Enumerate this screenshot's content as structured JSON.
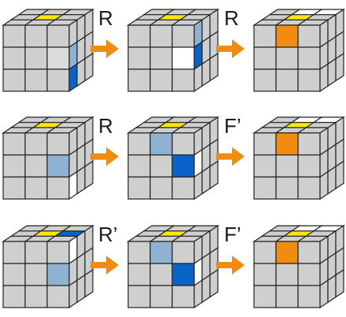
{
  "palette": {
    "gray": "#cfcfcf",
    "white": "#ffffff",
    "yellow": "#ffe800",
    "orange": "#f28c0f",
    "blue": "#0a64c8",
    "lightblue": "#8fb2d2",
    "lightgray": "#dcdcdc",
    "stroke": "#222222",
    "arrow": "#f28c0f"
  },
  "rows": [
    {
      "moves": [
        "R",
        "R"
      ],
      "cubes": [
        {
          "top": [
            "gray",
            "gray",
            "gray",
            "gray",
            "yellow",
            "gray",
            "gray",
            "gray",
            "gray"
          ],
          "front": [
            "gray",
            "gray",
            "gray",
            "gray",
            "gray",
            "lightgray",
            "gray",
            "gray",
            "gray"
          ],
          "right": [
            "gray",
            "gray",
            "gray",
            "lightblue",
            "gray",
            "gray",
            "blue",
            "gray",
            "gray"
          ]
        },
        {
          "top": [
            "gray",
            "gray",
            "gray",
            "gray",
            "yellow",
            "gray",
            "gray",
            "gray",
            "gray"
          ],
          "front": [
            "gray",
            "gray",
            "gray",
            "gray",
            "gray",
            "white",
            "gray",
            "gray",
            "gray"
          ],
          "right": [
            "lightblue",
            "gray",
            "gray",
            "blue",
            "gray",
            "gray",
            "gray",
            "gray",
            "gray"
          ]
        },
        {
          "top": [
            "gray",
            "white",
            "white",
            "gray",
            "yellow",
            "gray",
            "gray",
            "gray",
            "gray"
          ],
          "front": [
            "gray",
            "orange",
            "gray",
            "gray",
            "gray",
            "gray",
            "gray",
            "gray",
            "gray"
          ],
          "right": [
            "gray",
            "gray",
            "gray",
            "gray",
            "gray",
            "gray",
            "gray",
            "gray",
            "gray"
          ]
        }
      ]
    },
    {
      "moves": [
        "R",
        "F’"
      ],
      "cubes": [
        {
          "top": [
            "gray",
            "gray",
            "gray",
            "gray",
            "yellow",
            "gray",
            "gray",
            "gray",
            "gray"
          ],
          "front": [
            "gray",
            "gray",
            "gray",
            "gray",
            "gray",
            "lightblue",
            "gray",
            "gray",
            "gray"
          ],
          "right": [
            "gray",
            "gray",
            "gray",
            "gray",
            "gray",
            "gray",
            "white",
            "gray",
            "gray"
          ]
        },
        {
          "top": [
            "gray",
            "gray",
            "gray",
            "gray",
            "yellow",
            "gray",
            "gray",
            "gray",
            "gray"
          ],
          "front": [
            "gray",
            "lightblue",
            "gray",
            "gray",
            "gray",
            "blue",
            "gray",
            "gray",
            "gray"
          ],
          "right": [
            "gray",
            "gray",
            "gray",
            "white",
            "gray",
            "gray",
            "gray",
            "gray",
            "gray"
          ]
        },
        {
          "top": [
            "gray",
            "white",
            "white",
            "gray",
            "yellow",
            "gray",
            "gray",
            "gray",
            "gray"
          ],
          "front": [
            "gray",
            "orange",
            "gray",
            "gray",
            "gray",
            "gray",
            "gray",
            "gray",
            "gray"
          ],
          "right": [
            "gray",
            "gray",
            "gray",
            "gray",
            "gray",
            "gray",
            "gray",
            "gray",
            "gray"
          ]
        }
      ]
    },
    {
      "moves": [
        "R’",
        "F’"
      ],
      "cubes": [
        {
          "top": [
            "gray",
            "gray",
            "gray",
            "gray",
            "yellow",
            "blue",
            "gray",
            "gray",
            "gray"
          ],
          "front": [
            "gray",
            "gray",
            "gray",
            "gray",
            "gray",
            "lightblue",
            "gray",
            "gray",
            "gray"
          ],
          "right": [
            "white",
            "gray",
            "gray",
            "gray",
            "gray",
            "gray",
            "gray",
            "gray",
            "gray"
          ]
        },
        {
          "top": [
            "gray",
            "gray",
            "gray",
            "gray",
            "yellow",
            "gray",
            "gray",
            "gray",
            "gray"
          ],
          "front": [
            "gray",
            "lightblue",
            "gray",
            "gray",
            "gray",
            "blue",
            "gray",
            "gray",
            "gray"
          ],
          "right": [
            "gray",
            "gray",
            "gray",
            "white",
            "gray",
            "gray",
            "gray",
            "gray",
            "gray"
          ]
        },
        {
          "top": [
            "gray",
            "white",
            "white",
            "gray",
            "yellow",
            "gray",
            "gray",
            "gray",
            "gray"
          ],
          "front": [
            "gray",
            "orange",
            "gray",
            "gray",
            "gray",
            "gray",
            "gray",
            "gray",
            "gray"
          ],
          "right": [
            "gray",
            "gray",
            "gray",
            "gray",
            "gray",
            "gray",
            "gray",
            "gray",
            "gray"
          ]
        }
      ]
    }
  ]
}
